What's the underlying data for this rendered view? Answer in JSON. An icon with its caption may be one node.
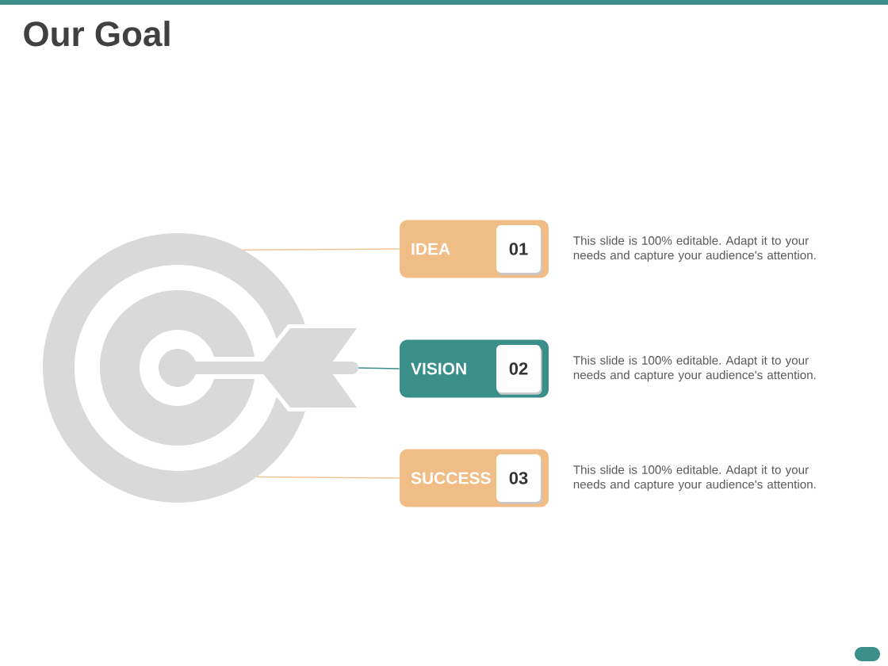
{
  "diagram": {
    "title": "Our Goal",
    "nodes": [
      {
        "text": [],
        "shape": "picture"
      },
      {
        "text": [
          "IDEA"
        ],
        "beside": [
          "This slide is 100% editable. Adapt it to your needs and capture your audience's attention."
        ]
      },
      {
        "text": [
          "01"
        ],
        "in": 1
      },
      {
        "text": [
          "VISION"
        ],
        "beside": [
          "This slide is 100% editable. Adapt it to your needs and capture your audience's attention."
        ]
      },
      {
        "text": [
          "02"
        ],
        "in": 3
      },
      {
        "text": [
          "SUCCESS"
        ],
        "beside": [
          "This slide is 100% editable. Adapt it to your needs and capture your audience's attention."
        ]
      },
      {
        "text": [
          "03"
        ],
        "in": 5
      }
    ],
    "edges": [
      {
        "from": 1,
        "to": 0,
        "arrow": "none"
      },
      {
        "from": 3,
        "to": 0,
        "arrow": "none",
        "color": "#3b8f8a"
      },
      {
        "from": 5,
        "to": 0,
        "arrow": "none"
      }
    ]
  }
}
